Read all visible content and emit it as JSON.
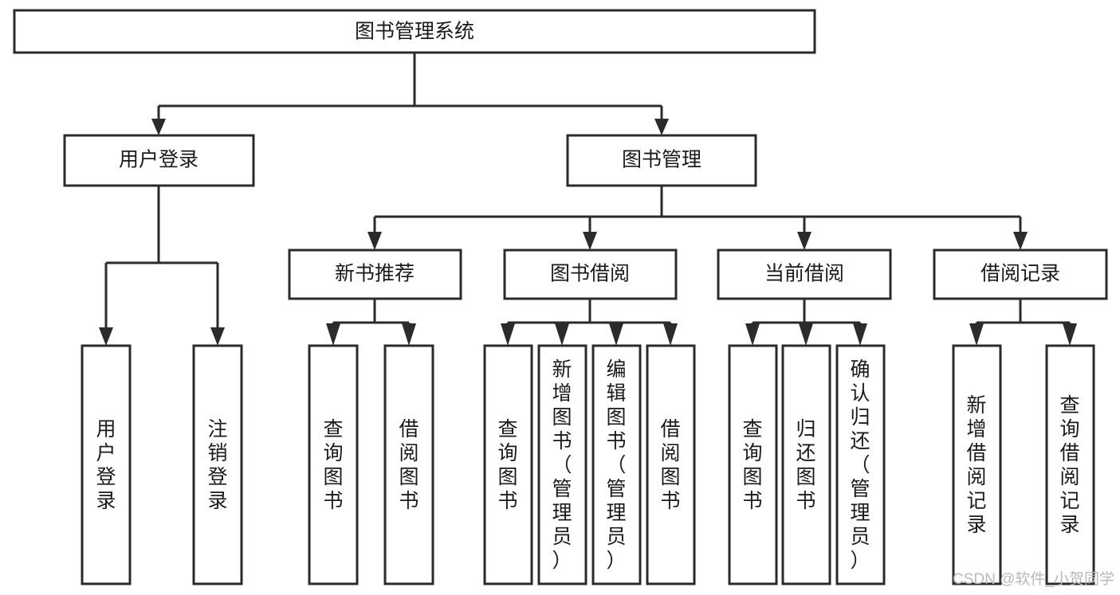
{
  "diagram": {
    "title": "图书管理系统",
    "type": "tree-hierarchy-diagram",
    "orientation": "top-down",
    "colors": {
      "box_fill": "#ffffff",
      "box_stroke": "#2b2b2b",
      "connector": "#2b2b2b",
      "text": "#1a1a1a",
      "background": "#ffffff",
      "watermark": "#b9b9b9"
    }
  },
  "root": {
    "label": "图书管理系统"
  },
  "level2": [
    {
      "label": "用户登录"
    },
    {
      "label": "图书管理"
    }
  ],
  "level3": [
    {
      "label": "新书推荐"
    },
    {
      "label": "图书借阅"
    },
    {
      "label": "当前借阅"
    },
    {
      "label": "借阅记录"
    }
  ],
  "leaves": {
    "user_login": [
      {
        "label": "用户登录"
      },
      {
        "label": "注销登录"
      }
    ],
    "new_book_recommend": [
      {
        "label": "查询图书"
      },
      {
        "label": "借阅图书"
      }
    ],
    "book_borrow": [
      {
        "label": "查询图书"
      },
      {
        "label": "新增图书（管理员）"
      },
      {
        "label": "编辑图书（管理员）"
      },
      {
        "label": "借阅图书"
      }
    ],
    "current_borrow": [
      {
        "label": "查询图书"
      },
      {
        "label": "归还图书"
      },
      {
        "label": "确认归还（管理员）"
      }
    ],
    "borrow_record": [
      {
        "label": "新增借阅记录"
      },
      {
        "label": "查询借阅记录"
      }
    ]
  },
  "watermark": {
    "text": "CSDN @软件_小贺同学"
  }
}
